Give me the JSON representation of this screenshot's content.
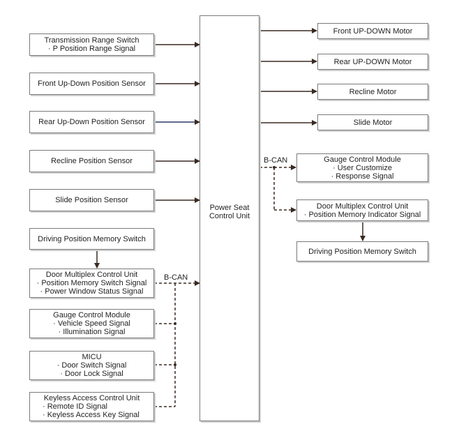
{
  "controller": {
    "line1": "Power Seat",
    "line2": "Control Unit"
  },
  "bus_label": "B-CAN",
  "inputs": [
    {
      "title": "Transmission Range Switch",
      "lines": [
        "· P Position Range Signal"
      ]
    },
    {
      "title": "Front Up-Down Position Sensor",
      "lines": []
    },
    {
      "title": "Rear Up-Down Position Sensor",
      "lines": []
    },
    {
      "title": "Recline Position Sensor",
      "lines": []
    },
    {
      "title": "Slide Position Sensor",
      "lines": []
    },
    {
      "title": "Driving Position Memory Switch",
      "lines": []
    },
    {
      "title": "Door Multiplex Control Unit",
      "lines": [
        "· Position Memory Switch Signal",
        "· Power Window Status Signal"
      ]
    },
    {
      "title": "Gauge Control Module",
      "lines": [
        "· Vehicle Speed Signal",
        "· Illumination Signal"
      ]
    },
    {
      "title": "MICU",
      "lines": [
        "· Door Switch Signal",
        "· Door Lock Signal"
      ]
    },
    {
      "title": "Keyless Access Control Unit",
      "lines": [
        "· Remote ID Signal",
        "· Keyless Access Key Signal"
      ]
    }
  ],
  "outputs": [
    {
      "title": "Front UP-DOWN Motor",
      "lines": []
    },
    {
      "title": "Rear UP-DOWN Motor",
      "lines": []
    },
    {
      "title": "Recline Motor",
      "lines": []
    },
    {
      "title": "Slide Motor",
      "lines": []
    },
    {
      "title": "Gauge Control Module",
      "lines": [
        "· User Customize",
        "· Response Signal"
      ]
    },
    {
      "title": "Door Multiplex Control Unit",
      "lines": [
        "· Position Memory Indicator Signal"
      ]
    },
    {
      "title": "Driving Position Memory Switch",
      "lines": []
    }
  ],
  "colors": {
    "line": "#3a2a22",
    "blue_line": "#2a3a6a",
    "border": "#7a7a7a",
    "shadow": "#cfcfcf"
  }
}
